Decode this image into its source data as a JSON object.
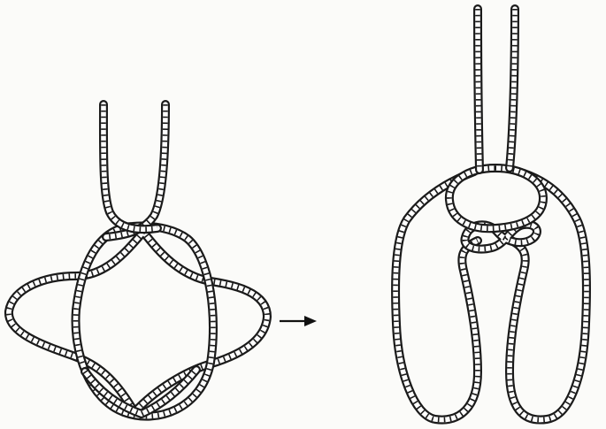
{
  "diagram": {
    "kind": "rope-knot-illustration",
    "panels": [
      "loose-knot",
      "tightened-knot"
    ],
    "connector": "arrow-right",
    "colors": {
      "rope": "#1a1a1a",
      "rope_core": "#ffffff",
      "background": "#fbfbf9"
    }
  }
}
